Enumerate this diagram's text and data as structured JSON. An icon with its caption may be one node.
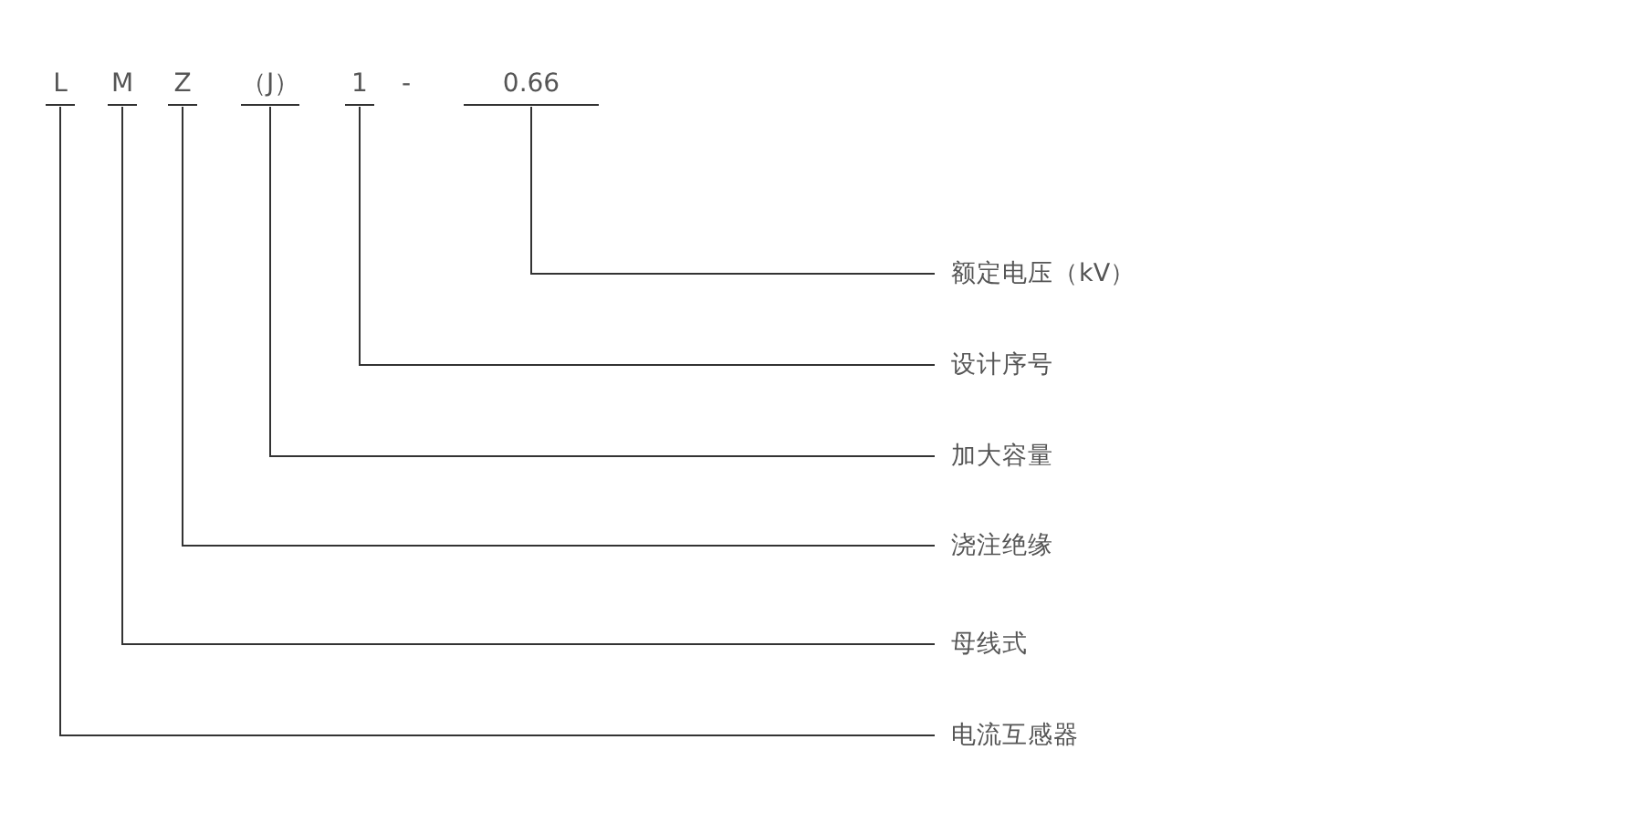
{
  "diagram": {
    "nodes": [
      {
        "text": [
          "L"
        ]
      },
      {
        "text": [
          "M"
        ]
      },
      {
        "text": [
          "Z"
        ]
      },
      {
        "text": [
          "（J）"
        ]
      },
      {
        "text": [
          "1"
        ]
      },
      {
        "text": [
          "0.66"
        ]
      },
      {
        "text": [
          "额定电压（kV）"
        ]
      },
      {
        "text": [
          "设计序号"
        ]
      },
      {
        "text": [
          "加大容量"
        ]
      },
      {
        "text": [
          "浇注绝缘"
        ]
      },
      {
        "text": [
          "母线式"
        ]
      },
      {
        "text": [
          "电流互感器"
        ]
      }
    ],
    "edges": [
      {
        "from": 5,
        "to": 6,
        "arrow": "none"
      },
      {
        "from": 4,
        "to": 7,
        "arrow": "none"
      },
      {
        "from": 3,
        "to": 8,
        "arrow": "none"
      },
      {
        "from": 2,
        "to": 9,
        "arrow": "none"
      },
      {
        "from": 1,
        "to": 10,
        "arrow": "none"
      },
      {
        "from": 0,
        "to": 11,
        "arrow": "none"
      }
    ],
    "labels": [
      "-"
    ]
  }
}
